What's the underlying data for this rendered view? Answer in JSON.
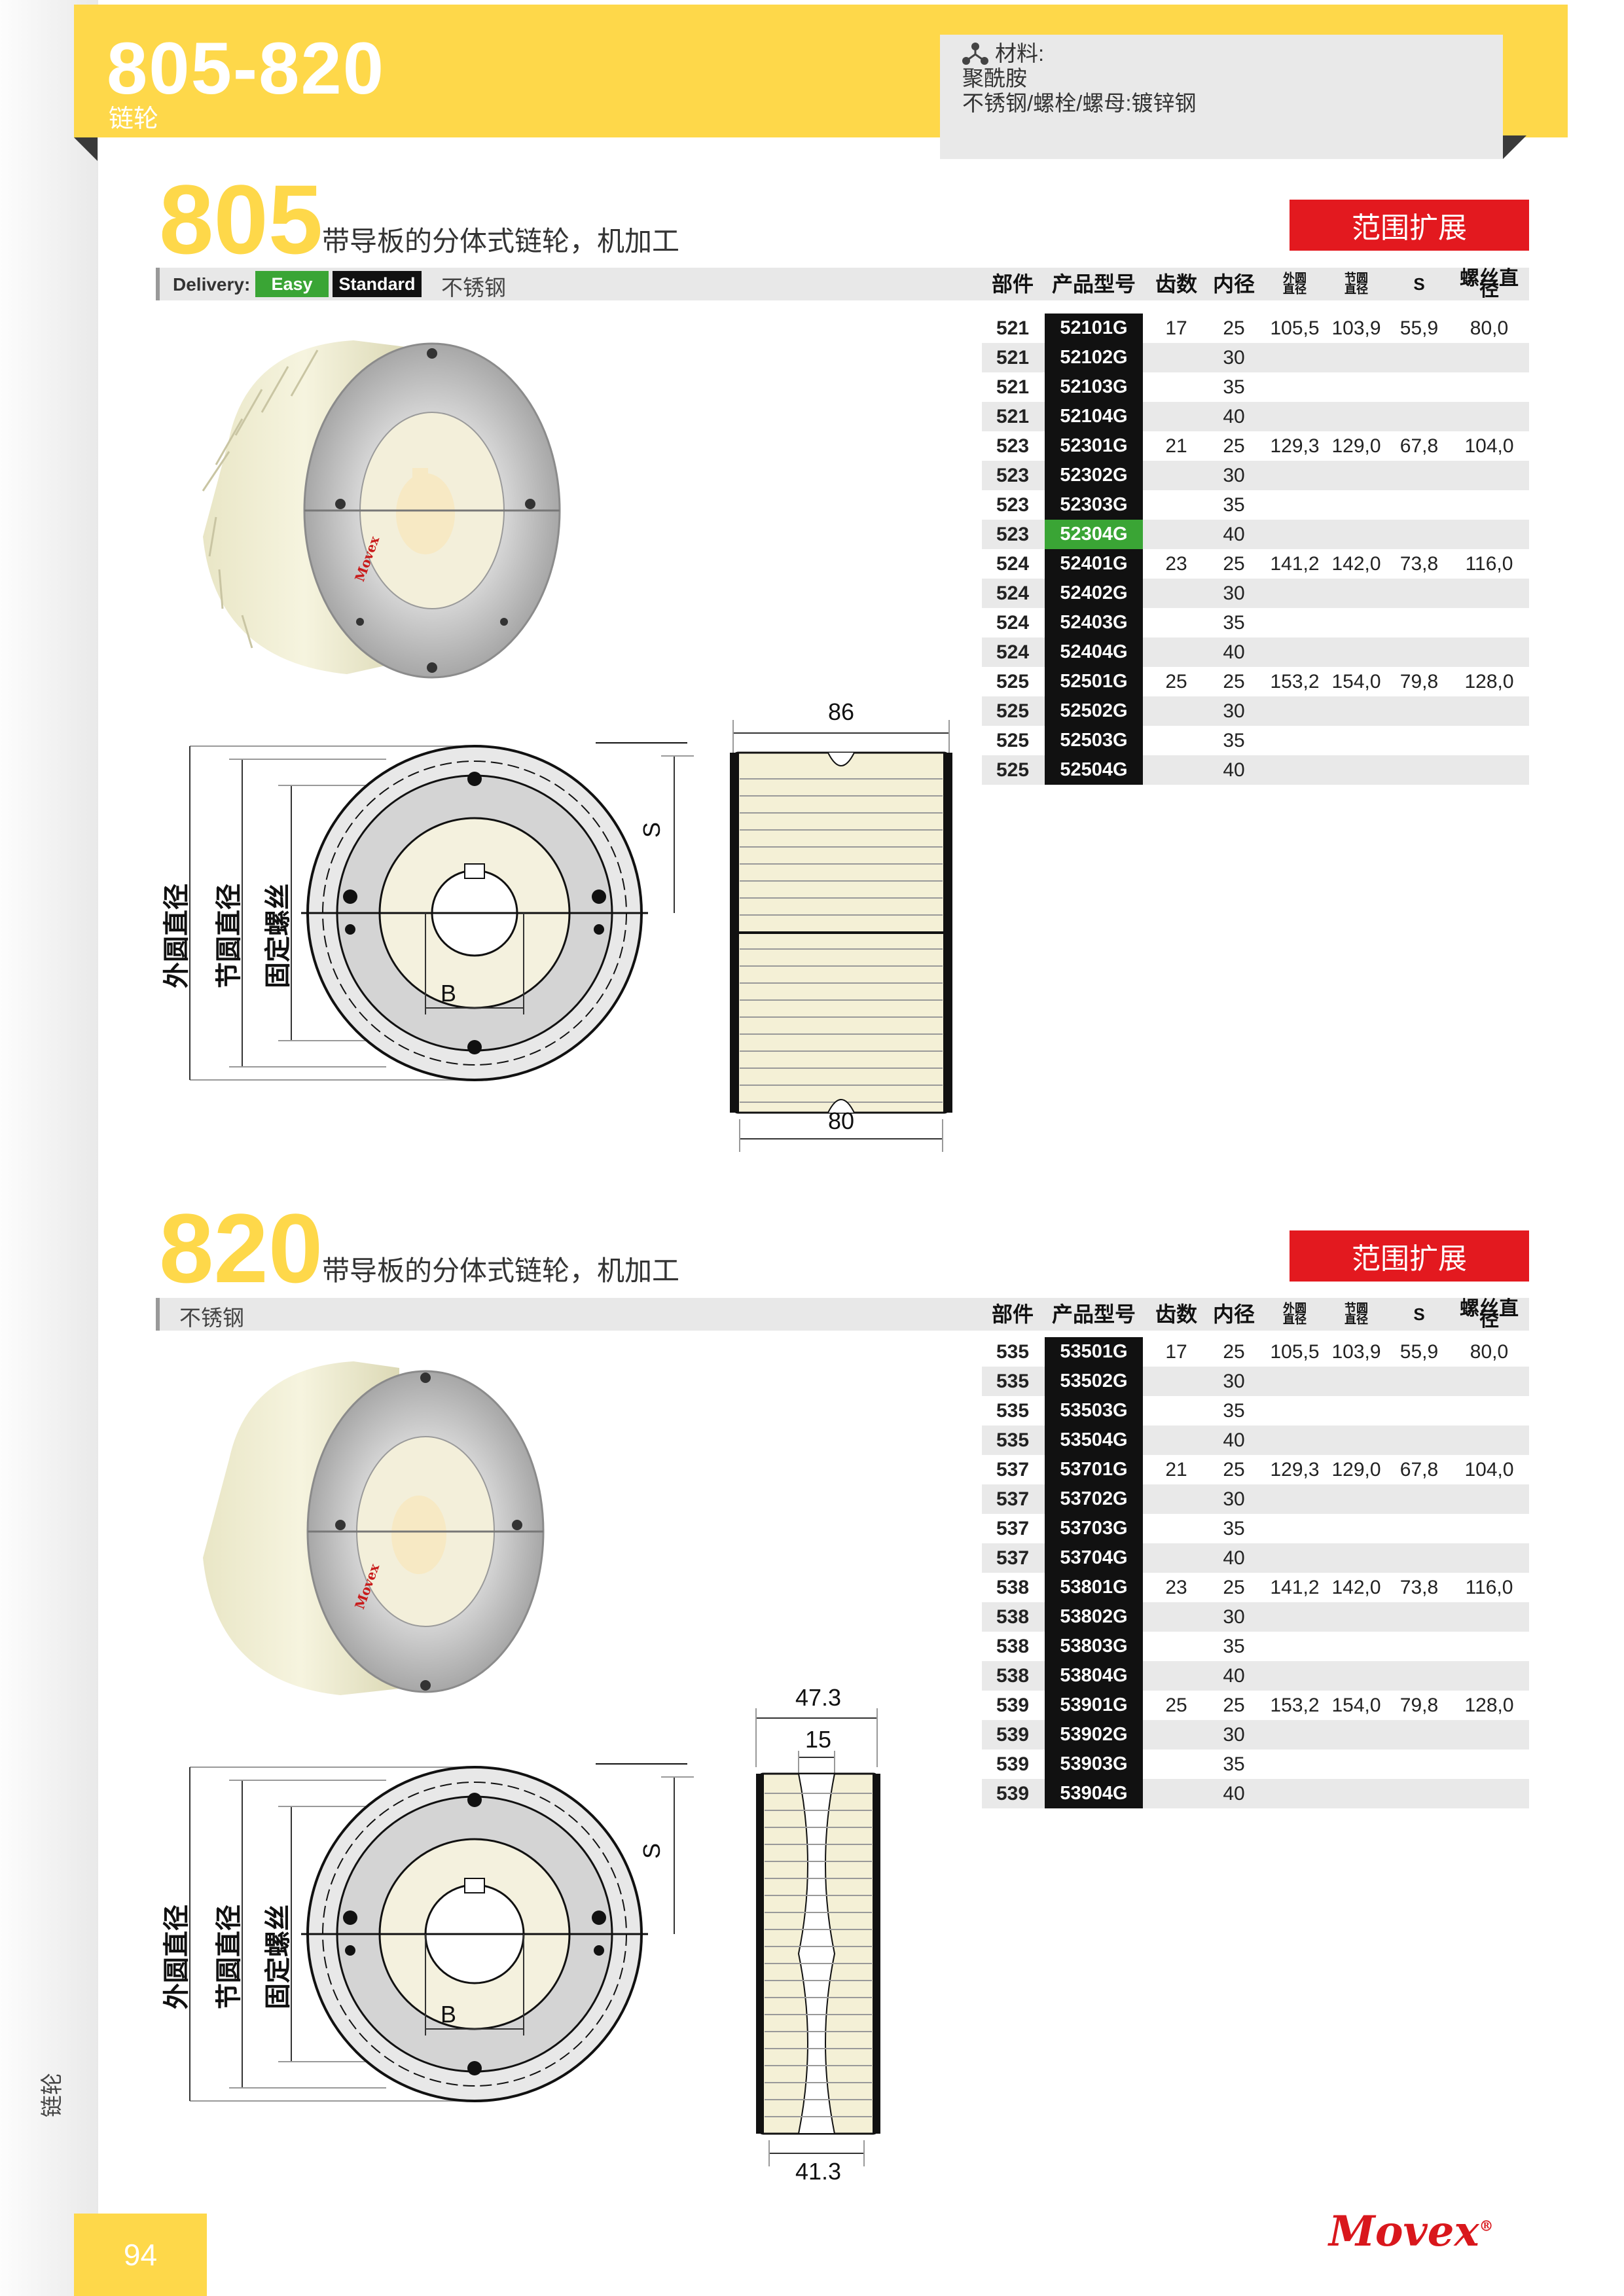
{
  "header": {
    "range": "805-820",
    "category": "链轮",
    "material_label": "材料:",
    "material_lines": [
      "聚酰胺",
      "不锈钢/螺栓/螺母:镀锌钢"
    ]
  },
  "side_label": "链轮",
  "page_number": "94",
  "brand": "Movex",
  "brand_mark": "®",
  "columns": [
    "部件",
    "产品型号",
    "齿数",
    "内径",
    "外圆直径",
    "节圆直径",
    "S",
    "螺丝直径"
  ],
  "col_outer": [
    "外圆",
    "直径"
  ],
  "col_pitch": [
    "节圆",
    "直径"
  ],
  "sections": [
    {
      "number": "805",
      "description": "带导板的分体式链轮，机加工",
      "extension_button": "范围扩展",
      "delivery_label": "Delivery:",
      "badge_easy": "Easy",
      "badge_standard": "Standard",
      "material": "不锈钢",
      "rows": [
        {
          "part": "521",
          "code": "52101G",
          "teeth": "17",
          "bore": "25",
          "od": "105,5",
          "pd": "103,9",
          "s": "55,9",
          "screw": "80,0"
        },
        {
          "part": "521",
          "code": "52102G",
          "teeth": "",
          "bore": "30",
          "od": "",
          "pd": "",
          "s": "",
          "screw": ""
        },
        {
          "part": "521",
          "code": "52103G",
          "teeth": "",
          "bore": "35",
          "od": "",
          "pd": "",
          "s": "",
          "screw": ""
        },
        {
          "part": "521",
          "code": "52104G",
          "teeth": "",
          "bore": "40",
          "od": "",
          "pd": "",
          "s": "",
          "screw": ""
        },
        {
          "part": "523",
          "code": "52301G",
          "teeth": "21",
          "bore": "25",
          "od": "129,3",
          "pd": "129,0",
          "s": "67,8",
          "screw": "104,0"
        },
        {
          "part": "523",
          "code": "52302G",
          "teeth": "",
          "bore": "30",
          "od": "",
          "pd": "",
          "s": "",
          "screw": ""
        },
        {
          "part": "523",
          "code": "52303G",
          "teeth": "",
          "bore": "35",
          "od": "",
          "pd": "",
          "s": "",
          "screw": ""
        },
        {
          "part": "523",
          "code": "52304G",
          "teeth": "",
          "bore": "40",
          "od": "",
          "pd": "",
          "s": "",
          "screw": "",
          "highlight": true
        },
        {
          "part": "524",
          "code": "52401G",
          "teeth": "23",
          "bore": "25",
          "od": "141,2",
          "pd": "142,0",
          "s": "73,8",
          "screw": "116,0"
        },
        {
          "part": "524",
          "code": "52402G",
          "teeth": "",
          "bore": "30",
          "od": "",
          "pd": "",
          "s": "",
          "screw": ""
        },
        {
          "part": "524",
          "code": "52403G",
          "teeth": "",
          "bore": "35",
          "od": "",
          "pd": "",
          "s": "",
          "screw": ""
        },
        {
          "part": "524",
          "code": "52404G",
          "teeth": "",
          "bore": "40",
          "od": "",
          "pd": "",
          "s": "",
          "screw": ""
        },
        {
          "part": "525",
          "code": "52501G",
          "teeth": "25",
          "bore": "25",
          "od": "153,2",
          "pd": "154,0",
          "s": "79,8",
          "screw": "128,0"
        },
        {
          "part": "525",
          "code": "52502G",
          "teeth": "",
          "bore": "30",
          "od": "",
          "pd": "",
          "s": "",
          "screw": ""
        },
        {
          "part": "525",
          "code": "52503G",
          "teeth": "",
          "bore": "35",
          "od": "",
          "pd": "",
          "s": "",
          "screw": ""
        },
        {
          "part": "525",
          "code": "52504G",
          "teeth": "",
          "bore": "40",
          "od": "",
          "pd": "",
          "s": "",
          "screw": ""
        }
      ],
      "drawing": {
        "dim_top": "86",
        "dim_bottom": "80",
        "label_b": "B",
        "label_s": "S",
        "label_outer": "外圆直径",
        "label_pitch": "节圆直径",
        "label_screw": "固定螺丝",
        "stamp": "Movex"
      }
    },
    {
      "number": "820",
      "description": "带导板的分体式链轮，机加工",
      "extension_button": "范围扩展",
      "material": "不锈钢",
      "rows": [
        {
          "part": "535",
          "code": "53501G",
          "teeth": "17",
          "bore": "25",
          "od": "105,5",
          "pd": "103,9",
          "s": "55,9",
          "screw": "80,0"
        },
        {
          "part": "535",
          "code": "53502G",
          "teeth": "",
          "bore": "30",
          "od": "",
          "pd": "",
          "s": "",
          "screw": ""
        },
        {
          "part": "535",
          "code": "53503G",
          "teeth": "",
          "bore": "35",
          "od": "",
          "pd": "",
          "s": "",
          "screw": ""
        },
        {
          "part": "535",
          "code": "53504G",
          "teeth": "",
          "bore": "40",
          "od": "",
          "pd": "",
          "s": "",
          "screw": ""
        },
        {
          "part": "537",
          "code": "53701G",
          "teeth": "21",
          "bore": "25",
          "od": "129,3",
          "pd": "129,0",
          "s": "67,8",
          "screw": "104,0"
        },
        {
          "part": "537",
          "code": "53702G",
          "teeth": "",
          "bore": "30",
          "od": "",
          "pd": "",
          "s": "",
          "screw": ""
        },
        {
          "part": "537",
          "code": "53703G",
          "teeth": "",
          "bore": "35",
          "od": "",
          "pd": "",
          "s": "",
          "screw": ""
        },
        {
          "part": "537",
          "code": "53704G",
          "teeth": "",
          "bore": "40",
          "od": "",
          "pd": "",
          "s": "",
          "screw": ""
        },
        {
          "part": "538",
          "code": "53801G",
          "teeth": "23",
          "bore": "25",
          "od": "141,2",
          "pd": "142,0",
          "s": "73,8",
          "screw": "116,0"
        },
        {
          "part": "538",
          "code": "53802G",
          "teeth": "",
          "bore": "30",
          "od": "",
          "pd": "",
          "s": "",
          "screw": ""
        },
        {
          "part": "538",
          "code": "53803G",
          "teeth": "",
          "bore": "35",
          "od": "",
          "pd": "",
          "s": "",
          "screw": ""
        },
        {
          "part": "538",
          "code": "53804G",
          "teeth": "",
          "bore": "40",
          "od": "",
          "pd": "",
          "s": "",
          "screw": ""
        },
        {
          "part": "539",
          "code": "53901G",
          "teeth": "25",
          "bore": "25",
          "od": "153,2",
          "pd": "154,0",
          "s": "79,8",
          "screw": "128,0"
        },
        {
          "part": "539",
          "code": "53902G",
          "teeth": "",
          "bore": "30",
          "od": "",
          "pd": "",
          "s": "",
          "screw": ""
        },
        {
          "part": "539",
          "code": "53903G",
          "teeth": "",
          "bore": "35",
          "od": "",
          "pd": "",
          "s": "",
          "screw": ""
        },
        {
          "part": "539",
          "code": "53904G",
          "teeth": "",
          "bore": "40",
          "od": "",
          "pd": "",
          "s": "",
          "screw": ""
        }
      ],
      "drawing": {
        "dim_top": "47.3",
        "dim_mid": "15",
        "dim_bottom": "41.3",
        "label_b": "B",
        "label_s": "S",
        "label_outer": "外圆直径",
        "label_pitch": "节圆直径",
        "label_screw": "固定螺丝",
        "stamp": "Movex"
      }
    }
  ]
}
